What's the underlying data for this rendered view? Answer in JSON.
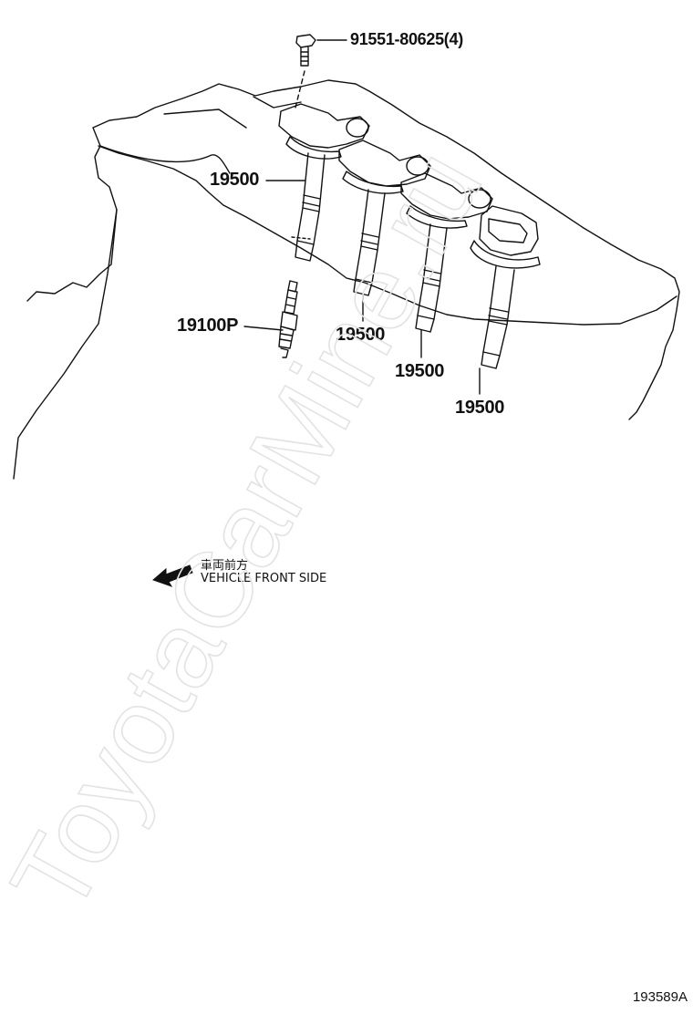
{
  "callouts": {
    "bolt": "91551-80625(4)",
    "coil_1": "19500",
    "coil_2": "19500",
    "coil_3": "19500",
    "coil_4": "19500",
    "spark_plug": "19100P"
  },
  "direction": {
    "japanese": "車両前方",
    "english": "VEHICLE FRONT SIDE"
  },
  "figure_number": "193589A",
  "watermark": "ToyotaCarMine.ru"
}
